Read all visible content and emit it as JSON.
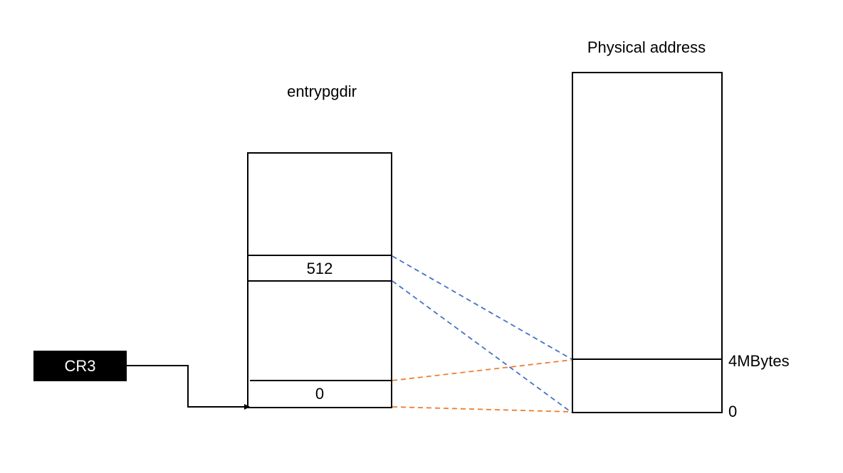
{
  "entrypgdir": {
    "title": "entrypgdir",
    "entry_512": "512",
    "entry_0": "0"
  },
  "physical": {
    "title": "Physical address",
    "mark_4mb": "4MBytes",
    "mark_0": "0"
  },
  "cr3": {
    "label": "CR3"
  },
  "colors": {
    "line": "#000000",
    "mapping_512": "#4472C4",
    "mapping_0": "#ED7D31",
    "cr3_fill": "#000000"
  }
}
